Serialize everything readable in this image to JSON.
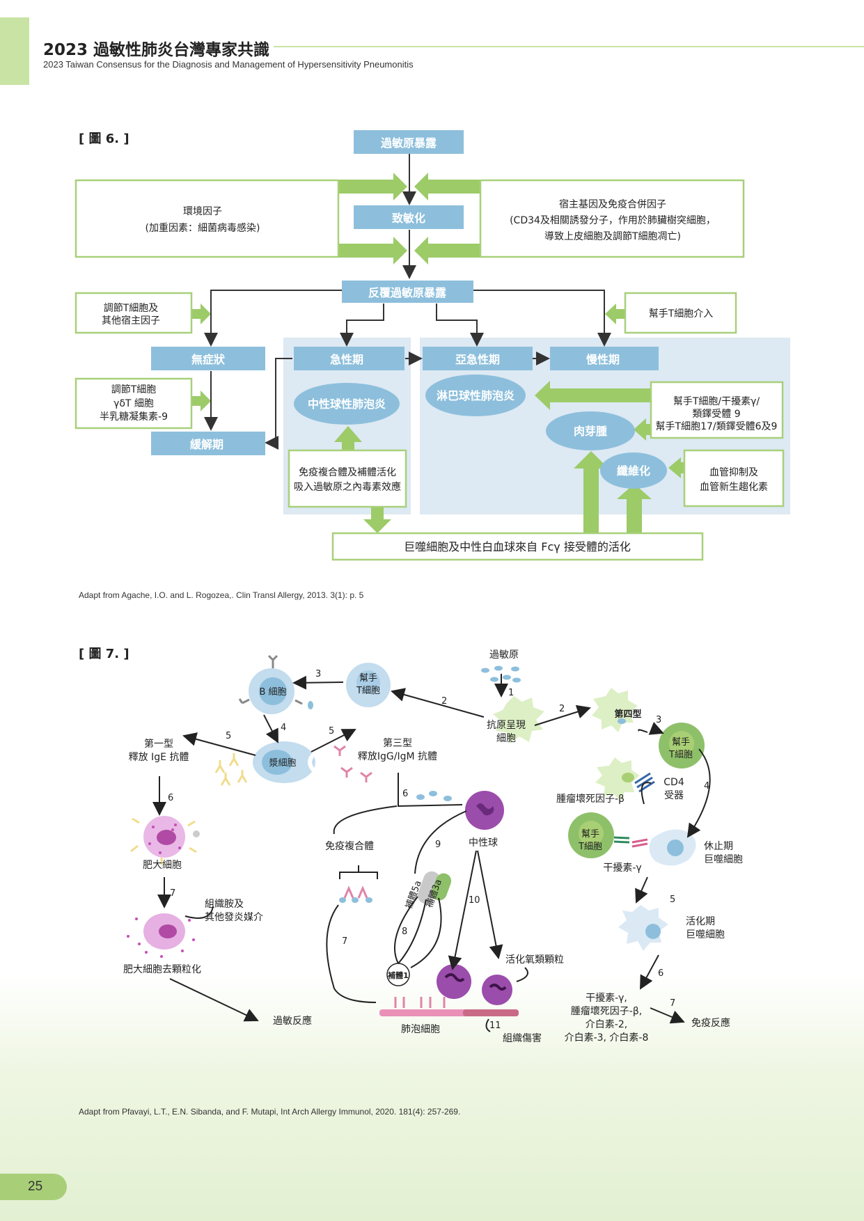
{
  "header": {
    "title": "2023 過敏性肺炎台灣專家共識",
    "subtitle": "2023 Taiwan Consensus for the Diagnosis and Management of Hypersensitivity Pneumonitis"
  },
  "figure6": {
    "label": "[ 圖 6. ]",
    "nodes": {
      "allergen_exposure": "過敏原暴露",
      "env_line1": "環境因子",
      "env_line2": "(加重因素：細菌病毒感染)",
      "host_line1": "宿主基因及免疫合併因子",
      "host_line2": "(CD34及相關誘發分子，作用於肺臟樹突細胞，",
      "host_line3": "導致上皮細胞及調節T細胞凋亡)",
      "sensitization": "致敏化",
      "repeated_exposure": "反覆過敏原暴露",
      "treg_line1": "調節T細胞及",
      "treg_line2": "其他宿主因子",
      "th_intervention": "幫手T細胞介入",
      "asymptomatic": "無症狀",
      "acute": "急性期",
      "subacute": "亞急性期",
      "chronic": "慢性期",
      "remission": "緩解期",
      "treg2_line1": "調節T細胞",
      "treg2_line2": "γδT 細胞",
      "treg2_line3": "半乳糖凝集素-9",
      "neutrophilic_alveolitis": "中性球性肺泡炎",
      "lymphocytic_alveolitis": "淋巴球性肺泡炎",
      "th_ifn_line1": "幫手T細胞/干擾素γ/",
      "th_ifn_line2": "類鐸受體 9",
      "th_ifn_line3": "幫手T細胞17/類鐸受體6及9",
      "granuloma": "肉芽腫",
      "fibrosis": "纖維化",
      "vascular_line1": "血管抑制及",
      "vascular_line2": "血管新生趨化素",
      "immune_line1": "免疫複合體及補體活化",
      "immune_line2": "吸入過敏原之內毒素效應",
      "macrophage": "巨噬細胞及中性白血球來自 Fcγ 接受體的活化"
    },
    "caption": "Adapt from Agache, I.O. and L. Rogozea,. Clin Transl Allergy, 2013. 3(1): p. 5"
  },
  "figure7": {
    "label": "[ 圖 7. ]",
    "labels": {
      "allergen": "過敏原",
      "b_cell": "B 細胞",
      "th_line1": "幫手",
      "th_line2": "T細胞",
      "apc_line1": "抗原呈現",
      "apc_line2": "細胞",
      "type4": "第四型",
      "plasma_cell": "漿細胞",
      "type1_line1": "第一型",
      "type1_line2": "釋放 IgE 抗體",
      "type3_line1": "第三型",
      "type3_line2": "釋放IgG/IgM 抗體",
      "mast_cell": "肥大細胞",
      "immune_complex": "免疫複合體",
      "neutrophil": "中性球",
      "tnf_beta": "腫瘤壞死因子-β",
      "cd4_line1": "CD4",
      "cd4_line2": "受器",
      "resting_line1": "休止期",
      "resting_line2": "巨噬細胞",
      "ifn_gamma": "干擾素-γ",
      "histamine_line1": "組織胺及",
      "histamine_line2": "其他發炎媒介",
      "degranulation": "肥大細胞去顆粒化",
      "allergic_reaction": "過敏反應",
      "c5a": "補體5a",
      "c3a": "補體3a",
      "c1": "補體1",
      "ros": "活化氧類顆粒",
      "activated_line1": "活化期",
      "activated_line2": "巨噬細胞",
      "alveolar_cell": "肺泡細胞",
      "tissue_damage": "組織傷害",
      "cyto_line1": "干擾素-γ,",
      "cyto_line2": "腫瘤壞死因子-β,",
      "cyto_line3": "介白素-2,",
      "cyto_line4": "介白素-3, 介白素-8",
      "immune_response": "免疫反應",
      "n1": "1",
      "n2": "2",
      "n3": "3",
      "n4": "4",
      "n5": "5",
      "n6": "6",
      "n7": "7",
      "n8": "8",
      "n9": "9",
      "n10": "10",
      "n11": "11"
    },
    "caption": "Adapt from Pfavayi, L.T., E.N. Sibanda, and F. Mutapi, Int Arch Allergy Immunol, 2020. 181(4): 257-269."
  },
  "page_number": "25",
  "colors": {
    "blue_box": "#8dbfdc",
    "green_border": "#a8d07a",
    "green_arrow": "#9ccb68",
    "panel": "#dde9f3"
  }
}
